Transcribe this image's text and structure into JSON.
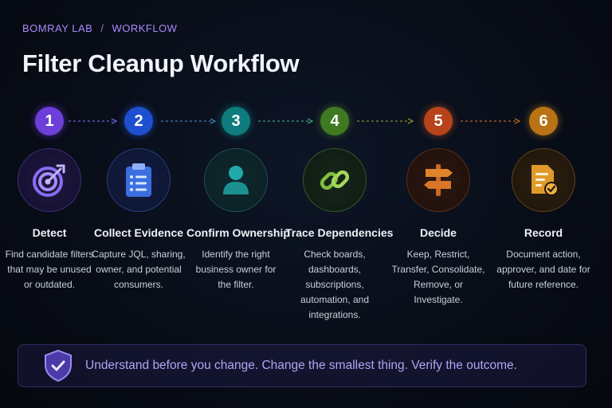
{
  "breadcrumb": {
    "lab": "BOMRAY LAB",
    "separator": "/",
    "section": "WORKFLOW"
  },
  "title": "Filter Cleanup Workflow",
  "steps": [
    {
      "number": "1",
      "title": "Detect",
      "description": "Find candidate filters that may be unused or outdated.",
      "icon": "target-icon",
      "color": "#7c3aed"
    },
    {
      "number": "2",
      "title": "Collect Evidence",
      "description": "Capture JQL, sharing, owner, and potential consumers.",
      "icon": "clipboard-icon",
      "color": "#2563eb"
    },
    {
      "number": "3",
      "title": "Confirm Ownership",
      "description": "Identify the right business owner for the filter.",
      "icon": "person-icon",
      "color": "#0f8a8a"
    },
    {
      "number": "4",
      "title": "Trace Dependencies",
      "description": "Check boards, dashboards, subscriptions, automation, and integrations.",
      "icon": "link-icon",
      "color": "#4d8a2a"
    },
    {
      "number": "5",
      "title": "Decide",
      "description": "Keep, Restrict, Transfer, Consolidate, Remove, or Investigate.",
      "icon": "signpost-icon",
      "color": "#c2410c"
    },
    {
      "number": "6",
      "title": "Record",
      "description": "Document action, approver, and date for future reference.",
      "icon": "document-check-icon",
      "color": "#c27a12"
    }
  ],
  "motto": {
    "text": "Understand before you change. Change the smallest thing. Verify the outcome.",
    "icon": "shield-check-icon"
  }
}
